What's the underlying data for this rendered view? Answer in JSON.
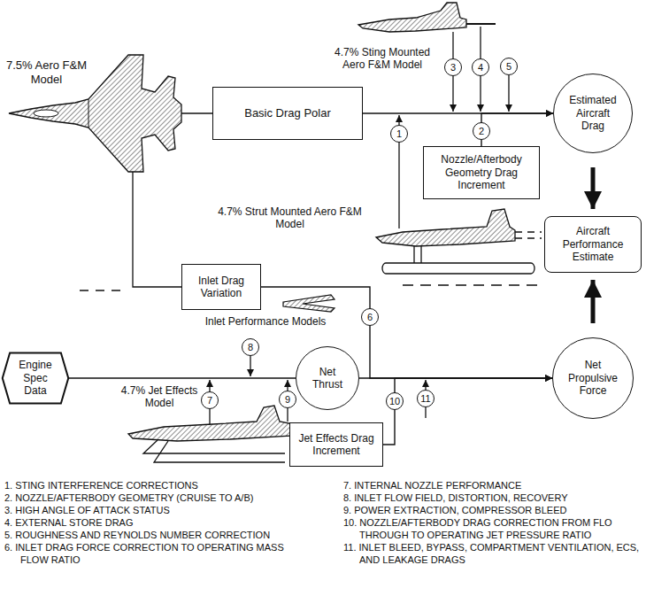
{
  "diagram": {
    "nodes": [
      {
        "text": [
          "Basic Drag Polar"
        ]
      },
      {
        "text": [
          "Estimated Aircraft Drag"
        ]
      },
      {
        "text": [
          "Nozzle/Afterbody Geometry Drag Increment"
        ]
      },
      {
        "text": [
          "Aircraft Performance Estimate"
        ]
      },
      {
        "text": [
          "Inlet Drag Variation"
        ]
      },
      {
        "text": [
          "Engine Spec Data"
        ]
      },
      {
        "text": [
          "Net Thrust"
        ]
      },
      {
        "text": [
          "Net Propulsive Force"
        ]
      },
      {
        "text": [
          "Jet Effects Drag Increment"
        ]
      }
    ],
    "edges": [
      {
        "from": 0,
        "to": 1,
        "arrow": "to"
      },
      {
        "from": 2,
        "to": 1,
        "label": "2",
        "arrow": "to"
      },
      {
        "from": 1,
        "to": 3,
        "arrow": "to"
      },
      {
        "from": 7,
        "to": 3,
        "arrow": "to"
      },
      {
        "from": 5,
        "to": 6,
        "arrow": "none"
      },
      {
        "from": 6,
        "to": 7,
        "arrow": "to"
      },
      {
        "from": 4,
        "to": 7,
        "label": "6",
        "arrow": "to"
      },
      {
        "from": 8,
        "to": 7,
        "label": "10",
        "arrow": "to"
      }
    ],
    "labels": [
      "7.5% Aero F&M Model",
      "4.7% Sting Mounted Aero F&M Model",
      "3",
      "4",
      "5",
      "1",
      "4.7% Strut Mounted Aero F&M Model",
      "Inlet Performance Models",
      "8",
      "4.7% Jet Effects Model",
      "7",
      "9",
      "11",
      "1. STING INTERFERENCE CORRECTIONS",
      "2. NOZZLE/AFTERBODY GEOMETRY (CRUISE TO A/B)",
      "3. HIGH ANGLE OF ATTACK STATUS",
      "4. EXTERNAL STORE DRAG",
      "5. ROUGHNESS AND REYNOLDS NUMBER CORRECTION",
      "6. INLET DRAG FORCE CORRECTION TO OPERATING MASS FLOW RATIO",
      "7. INTERNAL NOZZLE PERFORMANCE",
      "8. INLET FLOW FIELD, DISTORTION, RECOVERY",
      "9. POWER EXTRACTION, COMPRESSOR BLEED",
      "10. NOZZLE/AFTERBODY DRAG CORRECTION FROM FLO THROUGH TO OPERATING JET PRESSURE RATIO",
      "11. INLET BLEED, BYPASS, COMPARTMENT VENTILATION, ECS, AND LEAKAGE DRAGS"
    ]
  }
}
